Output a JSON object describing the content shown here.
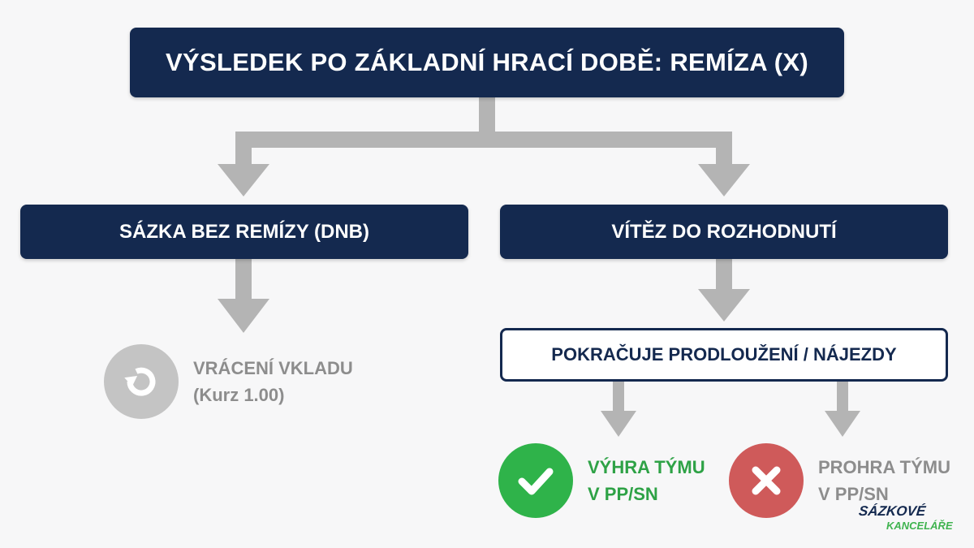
{
  "title": "VÝSLEDEK PO ZÁKLADNÍ HRACÍ DOBĚ: REMÍZA (X)",
  "branches": {
    "left": "SÁZKA BEZ REMÍZY (DNB)",
    "right": "VÍTĚZ DO ROZHODNUTÍ"
  },
  "continuation": "POKRAČUJE PRODLOUŽENÍ / NÁJEZDY",
  "outcomes": {
    "refund": {
      "line1": "VRÁCENÍ VKLADU",
      "line2": "(Kurz 1.00)",
      "icon": "refund-icon"
    },
    "win": {
      "line1": "VÝHRA TÝMU",
      "line2": "V PP/SN",
      "icon": "check-icon"
    },
    "loss": {
      "line1": "PROHRA TÝMU",
      "line2": "V PP/SN",
      "icon": "cross-icon"
    }
  },
  "logo": {
    "line1": "SÁZKOVÉ",
    "line2": "KANCELÁŘE"
  },
  "colors": {
    "navy": "#14294f",
    "arrow_gray": "#b4b4b4",
    "green": "#2fb34a",
    "red": "#cf5a5a",
    "muted_text": "#8d8d8d"
  }
}
